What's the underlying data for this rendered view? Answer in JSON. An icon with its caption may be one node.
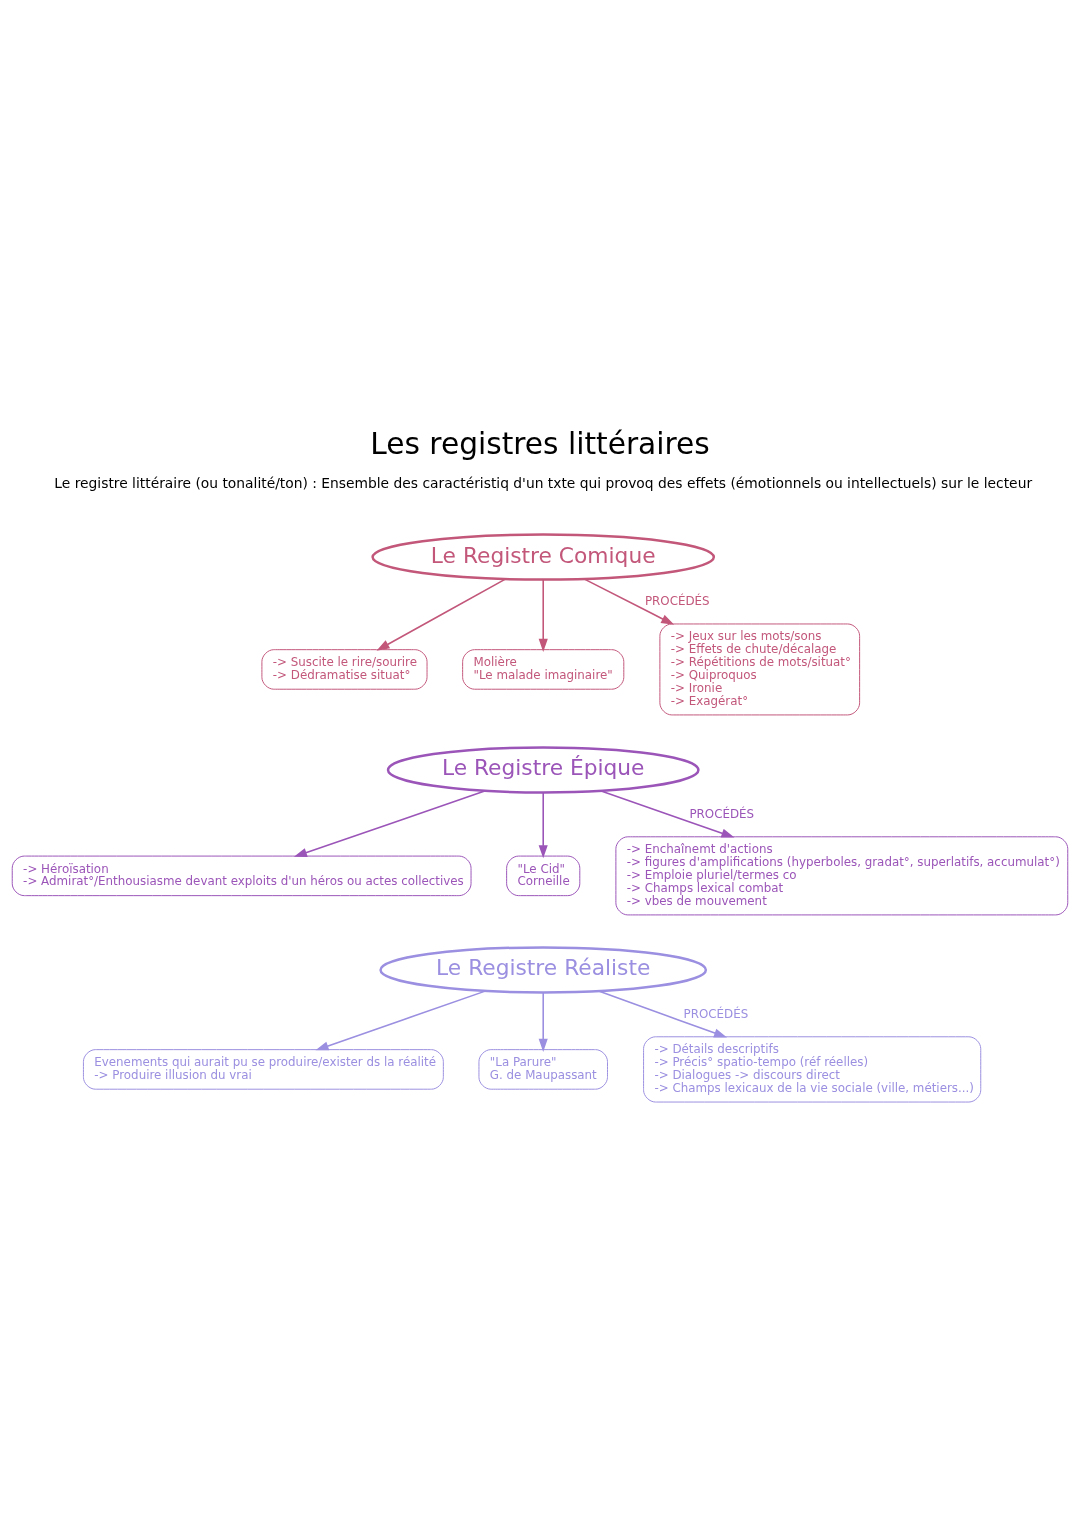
{
  "diagram": {
    "title": "Les registres littéraires",
    "nodes": [
      {
        "text": [
          "Le Registre Comique"
        ]
      },
      {
        "text": [
          "-> Suscite le rire/sourire",
          "-> Dédramatise situat°"
        ]
      },
      {
        "text": [
          "Molière",
          "\"Le malade imaginaire\""
        ]
      },
      {
        "text": [
          "-> Jeux sur les mots/sons",
          "-> Effets de chute/décalage",
          "-> Répétitions de mots/situat°",
          "-> Quiproquos",
          "-> Ironie",
          "-> Exagérat°"
        ]
      },
      {
        "text": [
          "Le Registre Épique"
        ]
      },
      {
        "text": [
          "-> Héroïsation",
          "-> Admirat°/Enthousiasme devant exploits d'un héros ou actes collectives"
        ]
      },
      {
        "text": [
          "\"Le Cid\"",
          "Corneille"
        ]
      },
      {
        "text": [
          "-> Enchaînemt d'actions",
          "-> figures d'amplifications (hyperboles, gradat°, superlatifs, accumulat°)",
          "-> Emploie pluriel/termes co",
          "-> Champs lexical combat",
          "-> vbes de mouvement"
        ]
      },
      {
        "text": [
          "Le Registre Réaliste"
        ]
      },
      {
        "text": [
          "Evenements qui aurait pu se produire/exister ds la réalité",
          "-> Produire illusion du vrai"
        ]
      },
      {
        "text": [
          "\"La Parure\"",
          "G. de Maupassant"
        ]
      },
      {
        "text": [
          "-> Détails descriptifs",
          "-> Précis° spatio-tempo (réf réelles)",
          "-> Dialogues -> discours direct",
          "-> Champs lexicaux de la vie sociale (ville, métiers...)"
        ]
      }
    ],
    "edges": [
      {
        "from": 0,
        "to": 1,
        "arrow": "to",
        "color": "#c2577a"
      },
      {
        "from": 0,
        "to": 2,
        "arrow": "to",
        "color": "#c2577a"
      },
      {
        "from": 0,
        "to": 3,
        "arrow": "to",
        "label": "PROCÉDÉS",
        "color": "#c2577a"
      },
      {
        "from": 4,
        "to": 5,
        "arrow": "to",
        "color": "#9b55b8"
      },
      {
        "from": 4,
        "to": 6,
        "arrow": "to",
        "color": "#9b55b8"
      },
      {
        "from": 4,
        "to": 7,
        "arrow": "to",
        "label": "PROCÉDÉS",
        "color": "#9b55b8"
      },
      {
        "from": 8,
        "to": 9,
        "arrow": "to",
        "color": "#9a8fe0"
      },
      {
        "from": 8,
        "to": 10,
        "arrow": "to",
        "color": "#9a8fe0"
      },
      {
        "from": 8,
        "to": 11,
        "arrow": "to",
        "label": "PROCÉDÉS",
        "color": "#9a8fe0"
      }
    ],
    "labels": [
      "Le registre littéraire (ou tonalité/ton) : Ensemble des caractéristiq d'un txte qui provoq des effets (émotionnels ou intellectuels) sur le lecteur"
    ]
  }
}
